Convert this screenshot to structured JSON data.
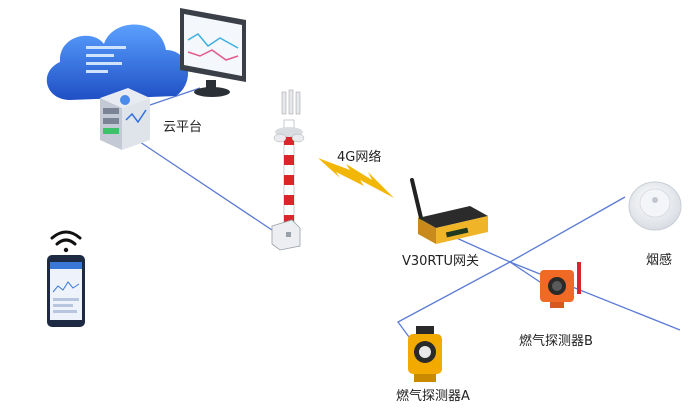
{
  "labels": {
    "cloud_platform": "云平台",
    "network": "4G网络",
    "gateway": "V30RTU网关",
    "smoke": "烟感",
    "gas_detector_a": "燃气探测器A",
    "gas_detector_b": "燃气探测器B"
  },
  "colors": {
    "link_line": "#5b7bd5",
    "lightning": "#f2b705",
    "cloud": "#2f6fe0",
    "tower_red": "#d8262b",
    "gateway_body": "#f0b429",
    "detector_yellow": "#f2a900",
    "detector_orange": "#f06a25"
  }
}
